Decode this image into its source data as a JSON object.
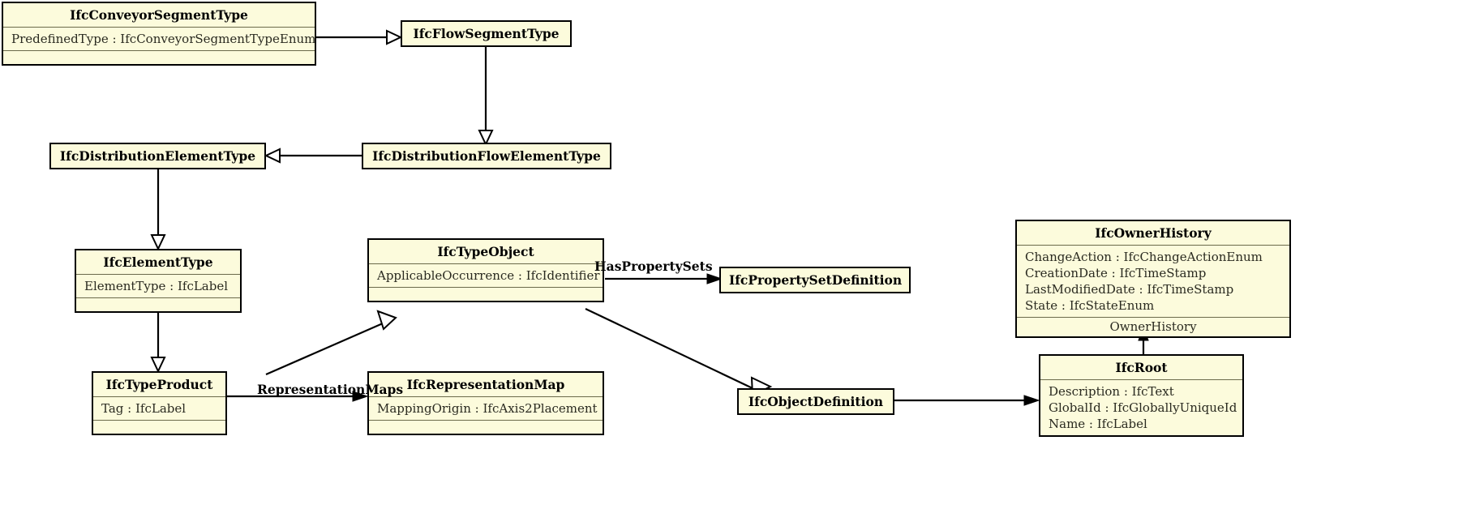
{
  "diagram": {
    "type": "uml-class-diagram",
    "title": "IFC Conveyor Segment Type inheritance diagram",
    "background_color": "#ffffff",
    "box_fill_color": "#fcfbdc",
    "box_border_color": "#000000",
    "classes": [
      {
        "id": "ifc-conveyor-segment-type",
        "name": "IfcConveyorSegmentType",
        "attributes": [
          "PredefinedType : IfcConveyorSegmentTypeEnum"
        ],
        "footer": "",
        "has_empty_compartment": true
      },
      {
        "id": "ifc-flow-segment-type",
        "name": "IfcFlowSegmentType",
        "attributes": [],
        "footer": "",
        "has_empty_compartment": false
      },
      {
        "id": "ifc-distribution-element-type",
        "name": "IfcDistributionElementType",
        "attributes": [],
        "footer": "",
        "has_empty_compartment": false
      },
      {
        "id": "ifc-distribution-flow-element-type",
        "name": "IfcDistributionFlowElementType",
        "attributes": [],
        "footer": "",
        "has_empty_compartment": false
      },
      {
        "id": "ifc-element-type",
        "name": "IfcElementType",
        "attributes": [
          "ElementType : IfcLabel"
        ],
        "footer": "",
        "has_empty_compartment": true
      },
      {
        "id": "ifc-type-object",
        "name": "IfcTypeObject",
        "attributes": [
          "ApplicableOccurrence : IfcIdentifier"
        ],
        "footer": "",
        "has_empty_compartment": true
      },
      {
        "id": "ifc-property-set-definition",
        "name": "IfcPropertySetDefinition",
        "attributes": [],
        "footer": "",
        "has_empty_compartment": false
      },
      {
        "id": "ifc-owner-history",
        "name": "IfcOwnerHistory",
        "attributes": [
          "ChangeAction : IfcChangeActionEnum",
          "CreationDate : IfcTimeStamp",
          "LastModifiedDate : IfcTimeStamp",
          "State : IfcStateEnum"
        ],
        "footer": "OwnerHistory",
        "has_empty_compartment": false
      },
      {
        "id": "ifc-type-product",
        "name": "IfcTypeProduct",
        "attributes": [
          "Tag : IfcLabel"
        ],
        "footer": "",
        "has_empty_compartment": true
      },
      {
        "id": "ifc-representation-map",
        "name": "IfcRepresentationMap",
        "attributes": [
          "MappingOrigin : IfcAxis2Placement"
        ],
        "footer": "",
        "has_empty_compartment": true
      },
      {
        "id": "ifc-object-definition",
        "name": "IfcObjectDefinition",
        "attributes": [],
        "footer": "",
        "has_empty_compartment": false
      },
      {
        "id": "ifc-root",
        "name": "IfcRoot",
        "attributes": [
          "Description : IfcText",
          "GlobalId : IfcGloballyUniqueId",
          "Name : IfcLabel"
        ],
        "footer": "",
        "has_empty_compartment": false
      }
    ],
    "edge_labels": [
      {
        "id": "has-property-sets",
        "text": "HasPropertySets"
      },
      {
        "id": "representation-maps",
        "text": "RepresentationMaps"
      }
    ],
    "relations": [
      {
        "from": "IfcConveyorSegmentType",
        "to": "IfcFlowSegmentType",
        "kind": "generalization"
      },
      {
        "from": "IfcFlowSegmentType",
        "to": "IfcDistributionFlowElementType",
        "kind": "generalization"
      },
      {
        "from": "IfcDistributionFlowElementType",
        "to": "IfcDistributionElementType",
        "kind": "generalization"
      },
      {
        "from": "IfcDistributionElementType",
        "to": "IfcElementType",
        "kind": "generalization"
      },
      {
        "from": "IfcElementType",
        "to": "IfcTypeProduct",
        "kind": "generalization"
      },
      {
        "from": "IfcTypeProduct",
        "to": "IfcTypeObject",
        "kind": "generalization"
      },
      {
        "from": "IfcTypeObject",
        "to": "IfcObjectDefinition",
        "kind": "generalization"
      },
      {
        "from": "IfcTypeObject",
        "to": "IfcPropertySetDefinition",
        "kind": "association",
        "label": "HasPropertySets"
      },
      {
        "from": "IfcTypeProduct",
        "to": "IfcRepresentationMap",
        "kind": "association",
        "label": "RepresentationMaps"
      },
      {
        "from": "IfcObjectDefinition",
        "to": "IfcRoot",
        "kind": "association"
      },
      {
        "from": "IfcRoot",
        "to": "IfcOwnerHistory",
        "kind": "association",
        "label": "OwnerHistory"
      }
    ]
  }
}
